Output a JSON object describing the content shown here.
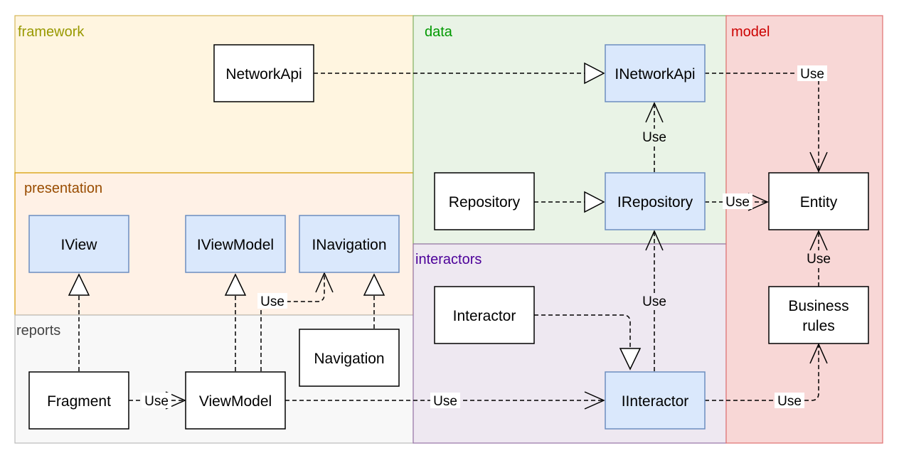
{
  "colors": {
    "framework": "#fff5e0",
    "framework_border": "#d6b656",
    "framework_text": "#999900",
    "presentation": "#fff1e6",
    "presentation_border": "#d79b00",
    "presentation_text": "#994c00",
    "reports": "#f8f8f8",
    "reports_border": "#bbbbbb",
    "reports_text": "#444444",
    "data": "#e9f3e6",
    "data_border": "#82b366",
    "data_text": "#009900",
    "interactors": "#eee8f1",
    "interactors_border": "#9673a6",
    "interactors_text": "#4c0099",
    "model": "#f8d7d6",
    "model_border": "#e07070",
    "model_text": "#cc0000",
    "interface_fill": "#dae8fc",
    "interface_border": "#6c8ebf",
    "class_fill": "#ffffff",
    "class_border": "#000000"
  },
  "regions": {
    "framework": "framework",
    "presentation": "presentation",
    "reports": "reports",
    "data": "data",
    "interactors": "interactors",
    "model": "model"
  },
  "nodes": {
    "network_api": "NetworkApi",
    "inetwork_api": "INetworkApi",
    "repository": "Repository",
    "irepository": "IRepository",
    "entity": "Entity",
    "iview": "IView",
    "iviewmodel": "IViewModel",
    "inavigation": "INavigation",
    "interactor": "Interactor",
    "business_rules_line1": "Business",
    "business_rules_line2": "rules",
    "navigation": "Navigation",
    "fragment": "Fragment",
    "viewmodel": "ViewModel",
    "iinteractor": "IInteractor"
  },
  "edges": {
    "use_label": "Use"
  }
}
